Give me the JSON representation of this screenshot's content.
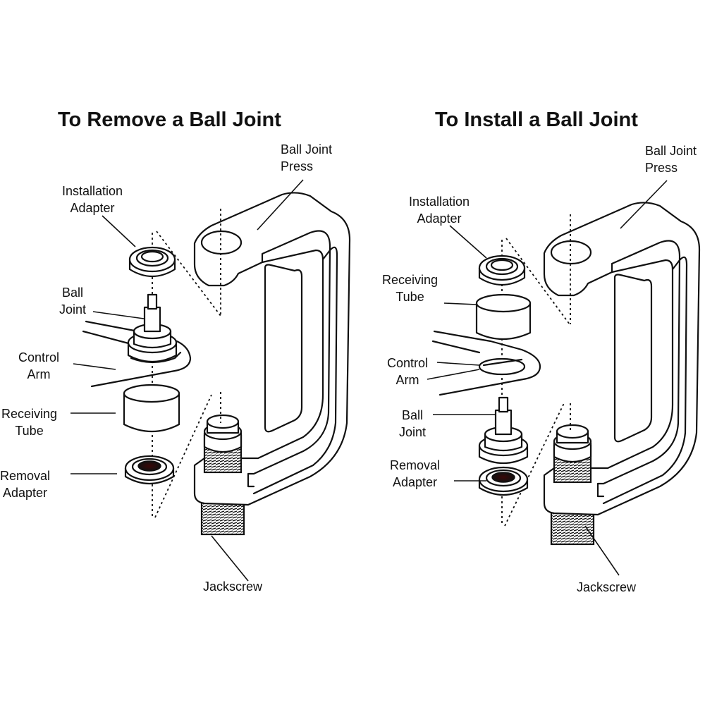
{
  "left_panel": {
    "title": "To Remove a Ball Joint",
    "labels": {
      "press": "Ball Joint\nPress",
      "installation_adapter": "Installation\nAdapter",
      "ball_joint": "Ball\nJoint",
      "control_arm": "Control\nArm",
      "receiving_tube": "Receiving\nTube",
      "removal_adapter": "Removal\nAdapter",
      "jackscrew": "Jackscrew"
    }
  },
  "right_panel": {
    "title": "To Install a Ball Joint",
    "labels": {
      "press": "Ball Joint\nPress",
      "installation_adapter": "Installation\nAdapter",
      "receiving_tube": "Receiving\nTube",
      "control_arm": "Control\nArm",
      "ball_joint": "Ball\nJoint",
      "removal_adapter": "Removal\nAdapter",
      "jackscrew": "Jackscrew"
    }
  },
  "colors": {
    "ink": "#111111",
    "background": "#ffffff"
  }
}
